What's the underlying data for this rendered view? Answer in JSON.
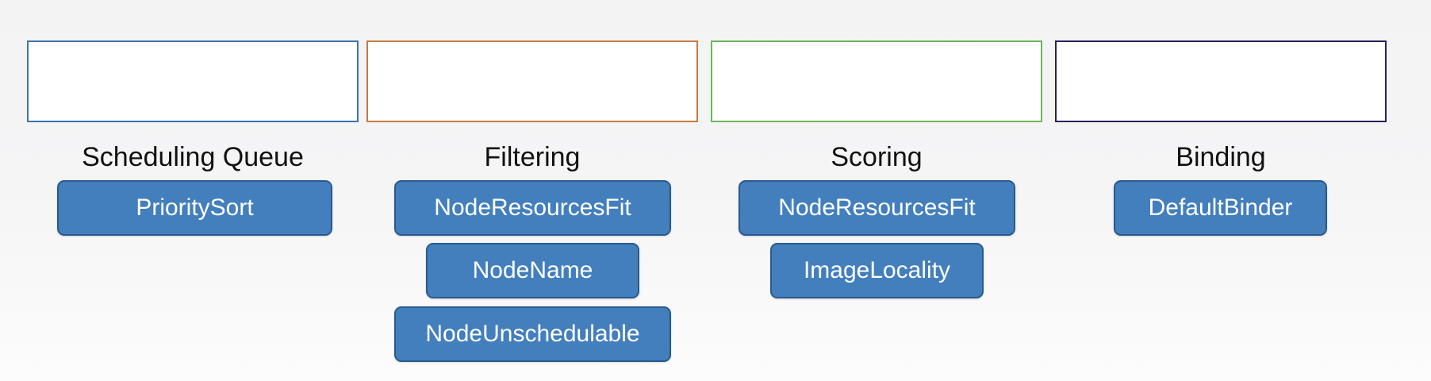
{
  "stages": [
    {
      "title": "Scheduling Queue",
      "border_color": "#3a75ad",
      "plugins": [
        "PrioritySort"
      ]
    },
    {
      "title": "Filtering",
      "border_color": "#c57a40",
      "plugins": [
        "NodeResourcesFit",
        "NodeName",
        "NodeUnschedulable"
      ]
    },
    {
      "title": "Scoring",
      "border_color": "#6ab75a",
      "plugins": [
        "NodeResourcesFit",
        "ImageLocality"
      ]
    },
    {
      "title": "Binding",
      "border_color": "#2a205f",
      "plugins": [
        "DefaultBinder"
      ]
    }
  ],
  "colors": {
    "plugin_fill": "#437fbd",
    "plugin_border": "#2a5a8e",
    "plugin_text": "#ffffff"
  }
}
